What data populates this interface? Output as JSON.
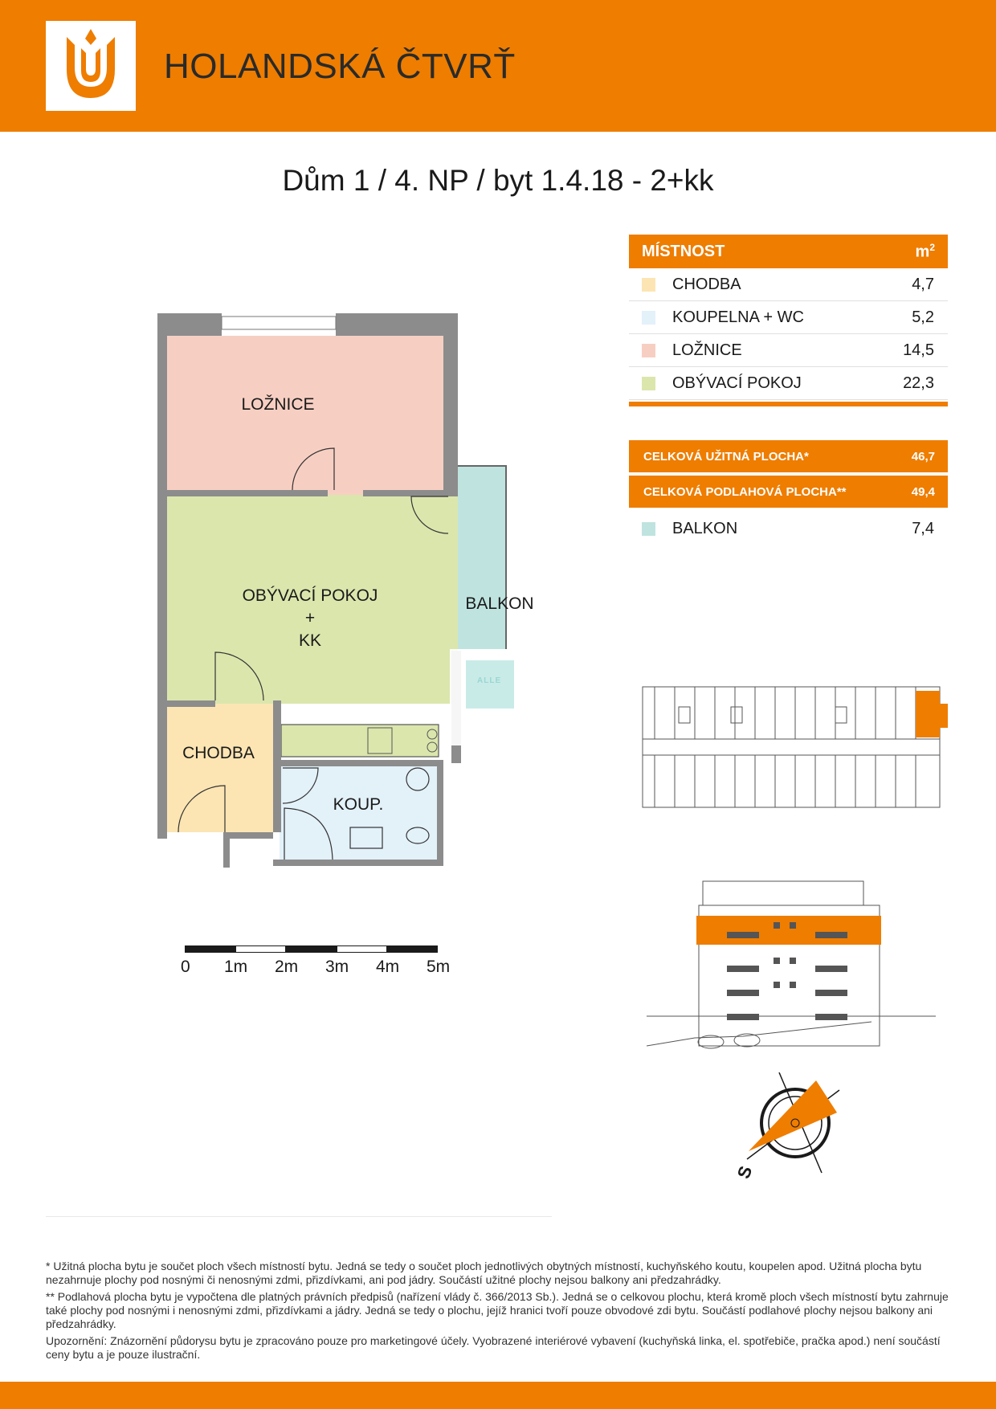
{
  "header": {
    "brand": "HOLANDSKÁ ČTVRŤ",
    "accent_color": "#ee7d00",
    "logo_icon": "tulip-logo"
  },
  "title": "Dům 1 / 4. NP / byt 1.4.18 - 2+kk",
  "rooms_table": {
    "col_room": "MÍSTNOST",
    "col_unit": "m",
    "col_unit_sup": "2",
    "rows": [
      {
        "name": "CHODBA",
        "value": "4,7",
        "color": "#fce5b3"
      },
      {
        "name": "KOUPELNA + WC",
        "value": "5,2",
        "color": "#e3f1f9"
      },
      {
        "name": "LOŽNICE",
        "value": "14,5",
        "color": "#f7cfc2"
      },
      {
        "name": "OBÝVACÍ POKOJ",
        "value": "22,3",
        "color": "#dbe6ad"
      }
    ]
  },
  "totals": {
    "usable_label": "CELKOVÁ UŽITNÁ PLOCHA*",
    "usable_value": "46,7",
    "floor_label": "CELKOVÁ PODLAHOVÁ PLOCHA**",
    "floor_value": "49,4",
    "balcony_label": "BALKON",
    "balcony_value": "7,4",
    "balcony_color": "#bfe4e0"
  },
  "plan": {
    "bedroom": "LOŽNICE",
    "living_line1": "OBÝVACÍ POKOJ",
    "living_line2": "+",
    "living_line3": "KK",
    "balcony": "BALKON",
    "hall": "CHODBA",
    "bath": "KOUP."
  },
  "scale": {
    "labels": [
      "0",
      "1m",
      "2m",
      "3m",
      "4m",
      "5m"
    ]
  },
  "compass": {
    "south_label": "S"
  },
  "watermark": {
    "text": "ALLE"
  },
  "notes": {
    "note1": "* Užitná plocha bytu je součet ploch všech místností bytu. Jedná se tedy o součet ploch jednotlivých obytných místností, kuchyňského koutu, koupelen apod. Užitná plocha bytu nezahrnuje plochy pod nosnými či nenosnými zdmi, přizdívkami, ani pod jádry. Součástí užitné plochy nejsou balkony ani předzahrádky.",
    "note2": "** Podlahová plocha bytu je vypočtena dle platných právních předpisů (nařízení vlády č. 366/2013 Sb.). Jedná se o celkovou plochu, která kromě ploch všech místností bytu zahrnuje také plochy pod nosnými i nenosnými zdmi, přizdívkami a jádry. Jedná se tedy o plochu, jejíž hranici tvoří pouze obvodové zdi bytu. Součástí podlahové plochy nejsou balkony ani předzahrádky.",
    "note3": "Upozornění: Znázornění půdorysu bytu je zpracováno pouze pro marketingové účely. Vyobrazené interiérové vybavení (kuchyňská linka, el. spotřebiče, pračka apod.) není součástí ceny bytu a je pouze ilustrační."
  }
}
